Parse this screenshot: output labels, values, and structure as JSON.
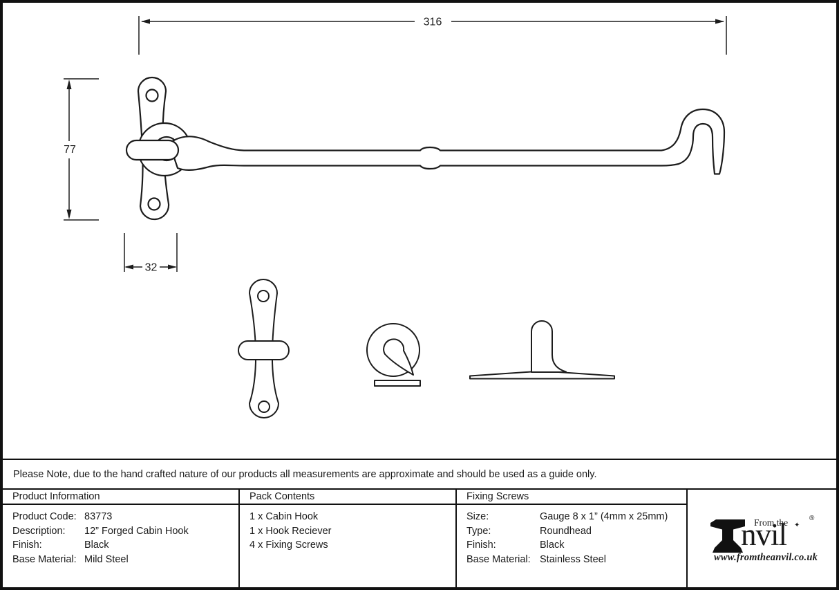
{
  "drawing": {
    "length_label": "316",
    "height_label": "77",
    "width_label": "32"
  },
  "note": {
    "text": "Please Note, due to the hand crafted nature of our products all measurements are approximate and should be used as a guide only."
  },
  "table": {
    "product_information": {
      "header": "Product Information",
      "rows": [
        {
          "label": "Product Code:",
          "value": "83773"
        },
        {
          "label": "Description:",
          "value": "12” Forged Cabin Hook"
        },
        {
          "label": "Finish:",
          "value": "Black"
        },
        {
          "label": "Base Material:",
          "value": "Mild Steel"
        }
      ]
    },
    "pack_contents": {
      "header": "Pack Contents",
      "items": [
        "1 x Cabin Hook",
        "1 x Hook Reciever",
        "4 x Fixing Screws"
      ]
    },
    "fixing_screws": {
      "header": "Fixing Screws",
      "rows": [
        {
          "label": "Size:",
          "value": "Gauge 8 x 1” (4mm x 25mm)"
        },
        {
          "label": "Type:",
          "value": "Roundhead"
        },
        {
          "label": "Finish:",
          "value": "Black"
        },
        {
          "label": "Base Material:",
          "value": "Stainless Steel"
        }
      ]
    }
  },
  "logo": {
    "prefix": "From the",
    "name_rest": "nvil",
    "diamond": "✦",
    "registered": "®",
    "url": "www.fromtheanvil.co.uk"
  }
}
